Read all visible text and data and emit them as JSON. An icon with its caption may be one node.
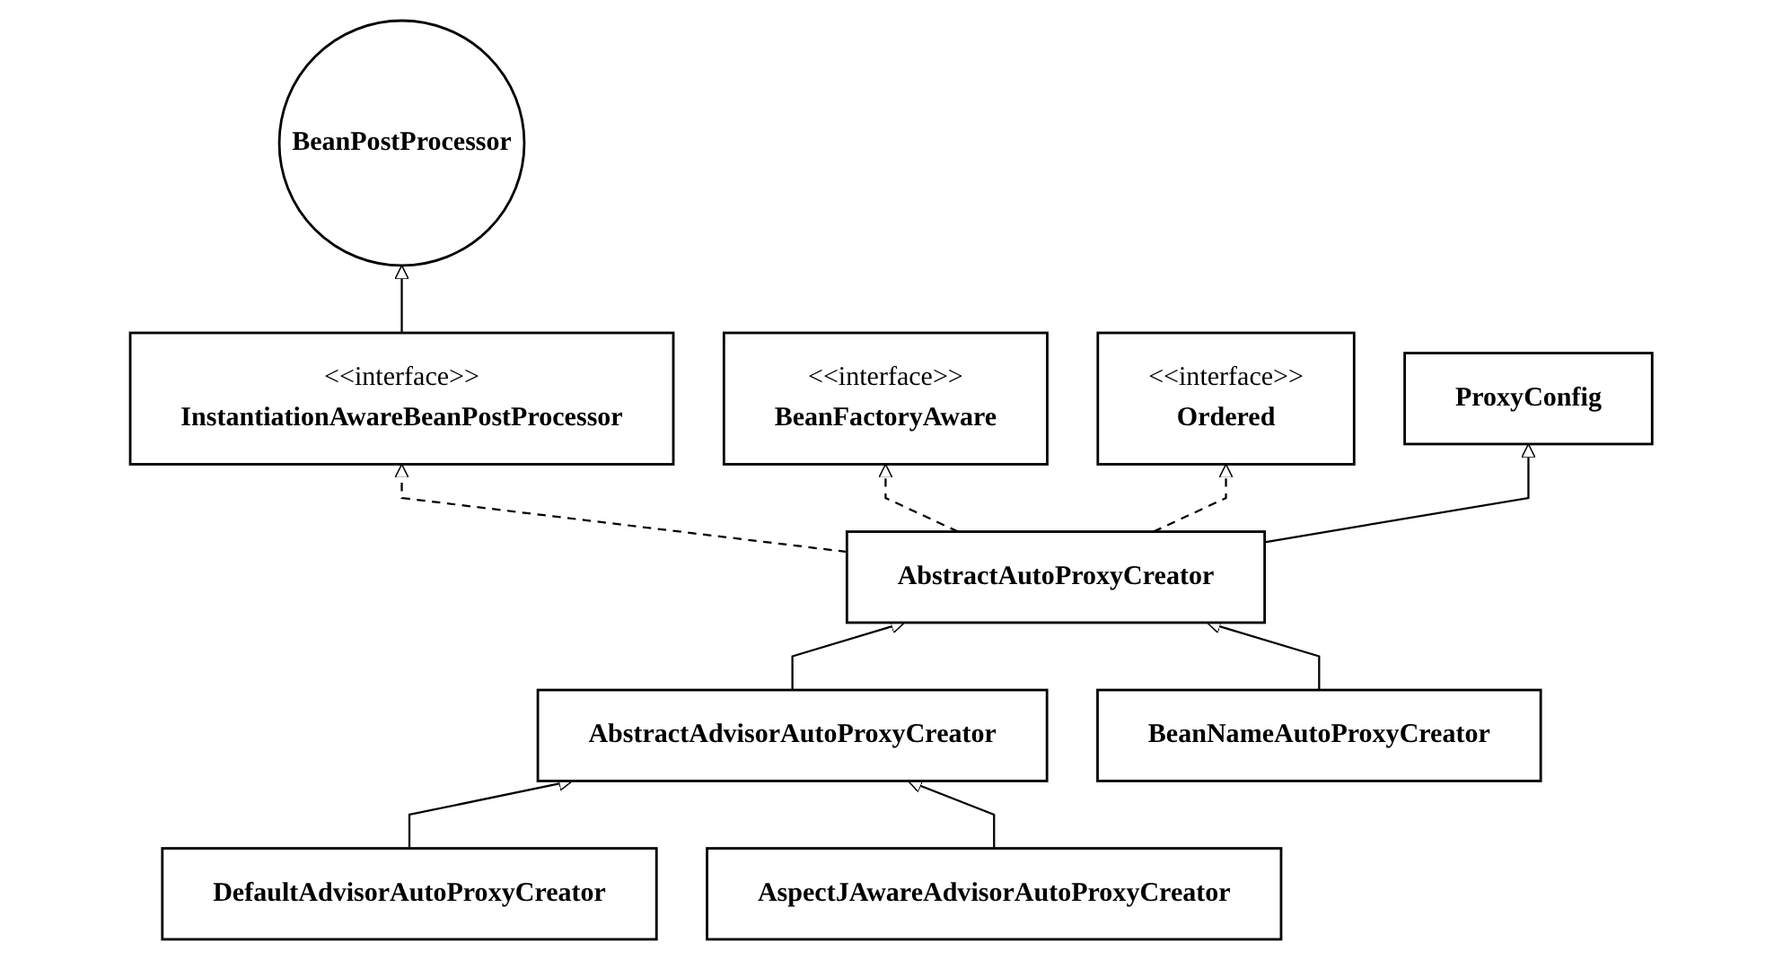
{
  "diagram": {
    "nodes": [
      {
        "text": [
          "BeanPostProcessor"
        ]
      },
      {
        "text": [
          "<<interface>>",
          "InstantiationAwareBeanPostProcessor"
        ]
      },
      {
        "text": [
          "<<interface>>",
          "BeanFactoryAware"
        ]
      },
      {
        "text": [
          "<<interface>>",
          "Ordered"
        ]
      },
      {
        "text": [
          "ProxyConfig"
        ]
      },
      {
        "text": [
          "AbstractAutoProxyCreator"
        ]
      },
      {
        "text": [
          "AbstractAdvisorAutoProxyCreator"
        ]
      },
      {
        "text": [
          "BeanNameAutoProxyCreator"
        ]
      },
      {
        "text": [
          "DefaultAdvisorAutoProxyCreator"
        ]
      },
      {
        "text": [
          "AspectJAwareAdvisorAutoProxyCreator"
        ]
      }
    ],
    "edges": [
      {
        "from": 1,
        "to": 0,
        "arrow": "to"
      },
      {
        "from": 5,
        "to": 4,
        "arrow": "to"
      },
      {
        "from": 5,
        "to": 1,
        "arrow": "to",
        "style": "dashed"
      },
      {
        "from": 5,
        "to": 2,
        "arrow": "to",
        "style": "dashed"
      },
      {
        "from": 5,
        "to": 3,
        "arrow": "to",
        "style": "dashed"
      },
      {
        "from": 6,
        "to": 5,
        "arrow": "to"
      },
      {
        "from": 7,
        "to": 5,
        "arrow": "to"
      },
      {
        "from": 8,
        "to": 6,
        "arrow": "to"
      },
      {
        "from": 9,
        "to": 6,
        "arrow": "to"
      }
    ]
  }
}
